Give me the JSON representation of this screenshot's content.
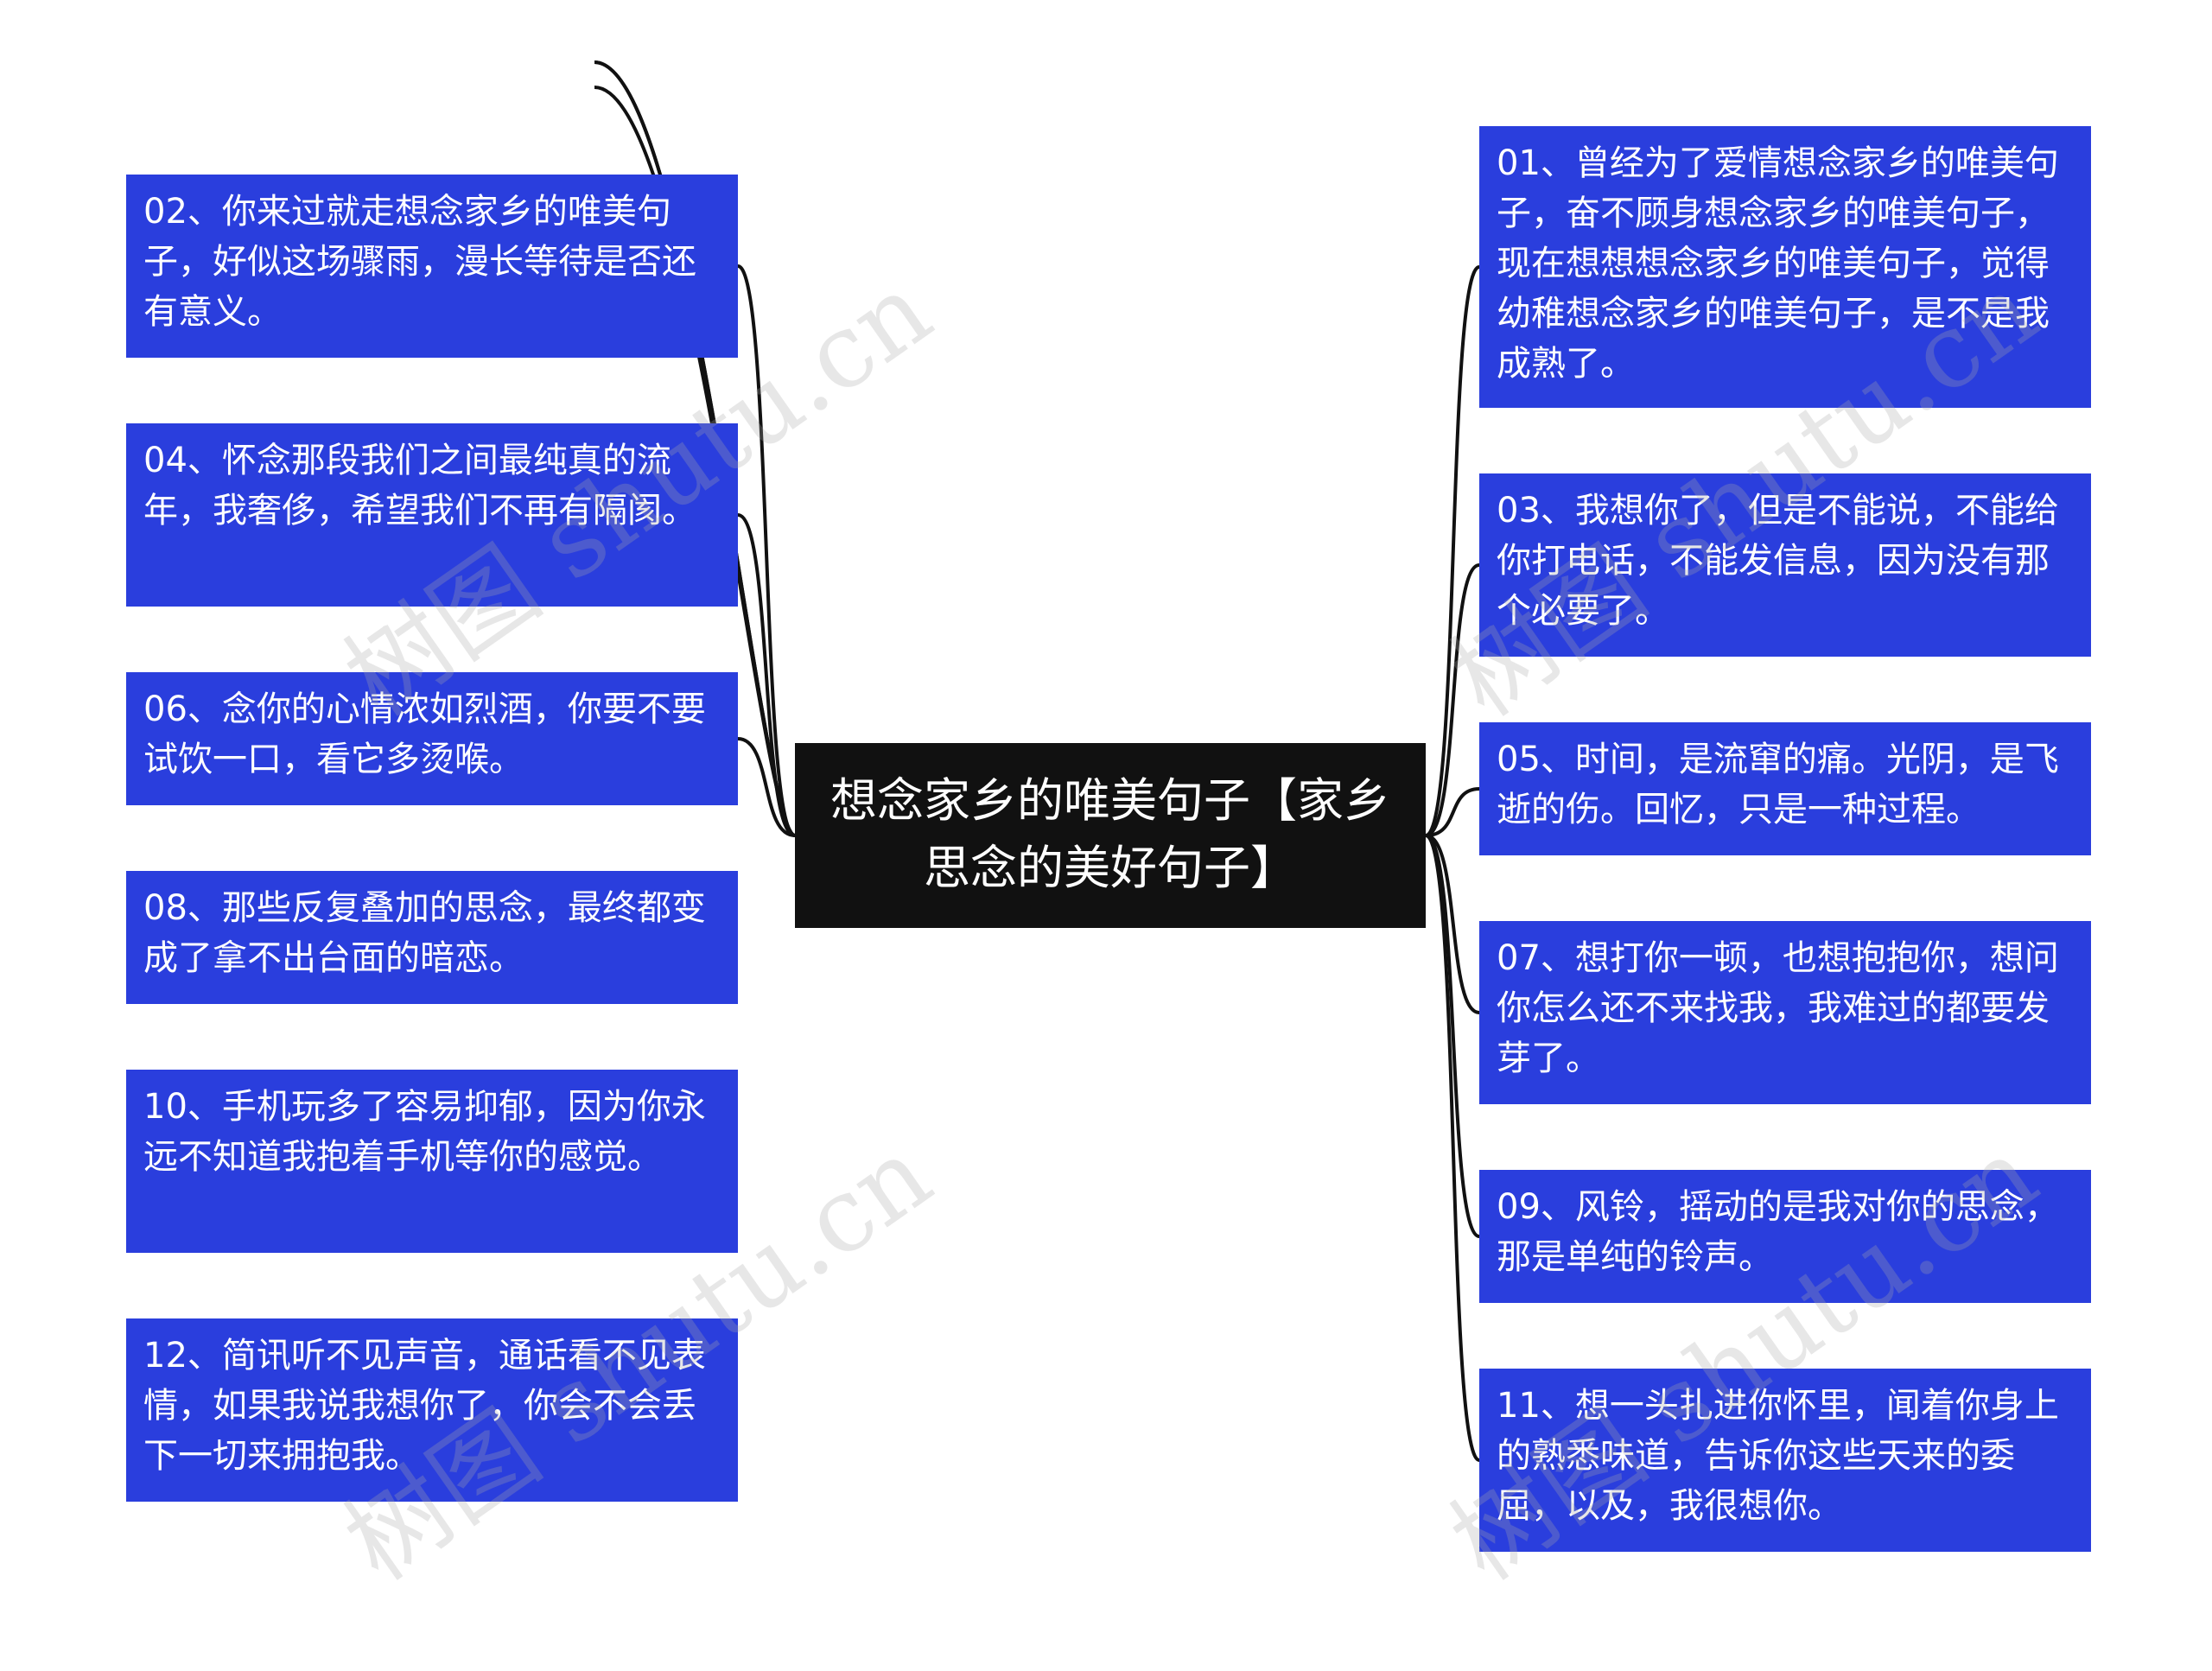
{
  "title": "想念家乡的唯美句子【家乡思念的美好句子】",
  "left_nodes": [
    "02、你来过就走想念家乡的唯美句子，好似这场骤雨，漫长等待是否还有意义。",
    "04、怀念那段我们之间最纯真的流年，我奢侈，希望我们不再有隔阂。",
    "06、念你的心情浓如烈酒，你要不要试饮一口，看它多烫喉。",
    "08、那些反复叠加的思念，最终都变成了拿不出台面的暗恋。",
    "10、手机玩多了容易抑郁，因为你永远不知道我抱着手机等你的感觉。",
    "12、简讯听不见声音，通话看不见表情，如果我说我想你了，你会不会丢下一切来拥抱我。"
  ],
  "right_nodes": [
    "01、曾经为了爱情想念家乡的唯美句子，奋不顾身想念家乡的唯美句子，现在想想想念家乡的唯美句子，觉得幼稚想念家乡的唯美句子，是不是我成熟了。",
    "03、我想你了，但是不能说，不能给你打电话，不能发信息，因为没有那个必要了。",
    "05、时间，是流窜的痛。光阴，是飞逝的伤。回忆，只是一种过程。",
    "07、想打你一顿，也想抱抱你，想问你怎么还不来找我，我难过的都要发芽了。",
    "09、风铃，摇动的是我对你的思念，那是单纯的铃声。",
    "11、想一头扎进你怀里，闻着你身上的熟悉味道，告诉你这些天来的委屈，以及，我很想你。"
  ],
  "watermarks": [
    "树图 shutu.cn",
    "树图 shutu.cn",
    "树图 shutu.cn",
    "树图 shutu.cn"
  ],
  "colors": {
    "node_fill": "#2a3edd",
    "root_fill": "#111111",
    "text": "#ffffff",
    "connector": "#111111"
  }
}
